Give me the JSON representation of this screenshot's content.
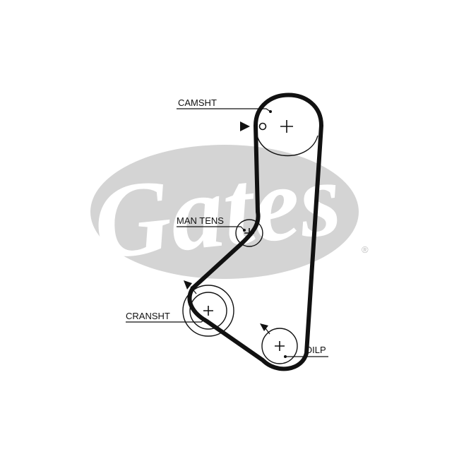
{
  "watermark": {
    "brand": "Gates",
    "registered_mark": "®",
    "color": "#d4d4d4",
    "text_color": "#ffffff"
  },
  "labels": {
    "camshaft": "CAMSHT",
    "manual_tensioner": "MAN TENS",
    "crankshaft": "CRANSHT",
    "oil_pump": "OILP"
  },
  "colors": {
    "belt": "#111111",
    "line": "#111111"
  }
}
